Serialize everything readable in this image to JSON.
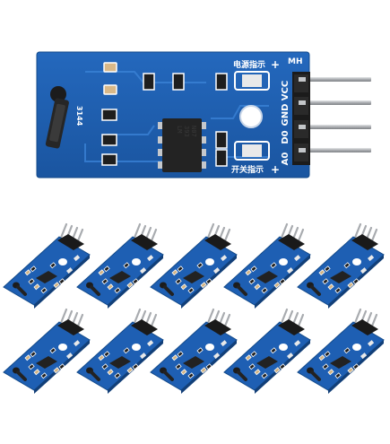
{
  "product": {
    "sensor_label": "3144",
    "chip_marking_lines": [
      "LM",
      "393",
      "N07"
    ],
    "header_label": "MH",
    "pin_labels": [
      "VCC",
      "GND",
      "D0",
      "A0"
    ],
    "power_indicator_text": "电源指示",
    "switch_indicator_text": "开关指示",
    "plus_sign": "+",
    "small_module_count": 10
  },
  "colors": {
    "pcb_blue": "#1f5fb0",
    "pcb_dark_blue": "#164a8c",
    "trace_blue": "#2a6fc4",
    "silkscreen": "#ffffff",
    "header_black": "#1a1a1a",
    "pin_silver": "#b9bcc0",
    "chip_black": "#222222",
    "smd_resistor": "#222222",
    "smd_capacitor": "#c8a878",
    "led_body": "#e8e8e8"
  }
}
